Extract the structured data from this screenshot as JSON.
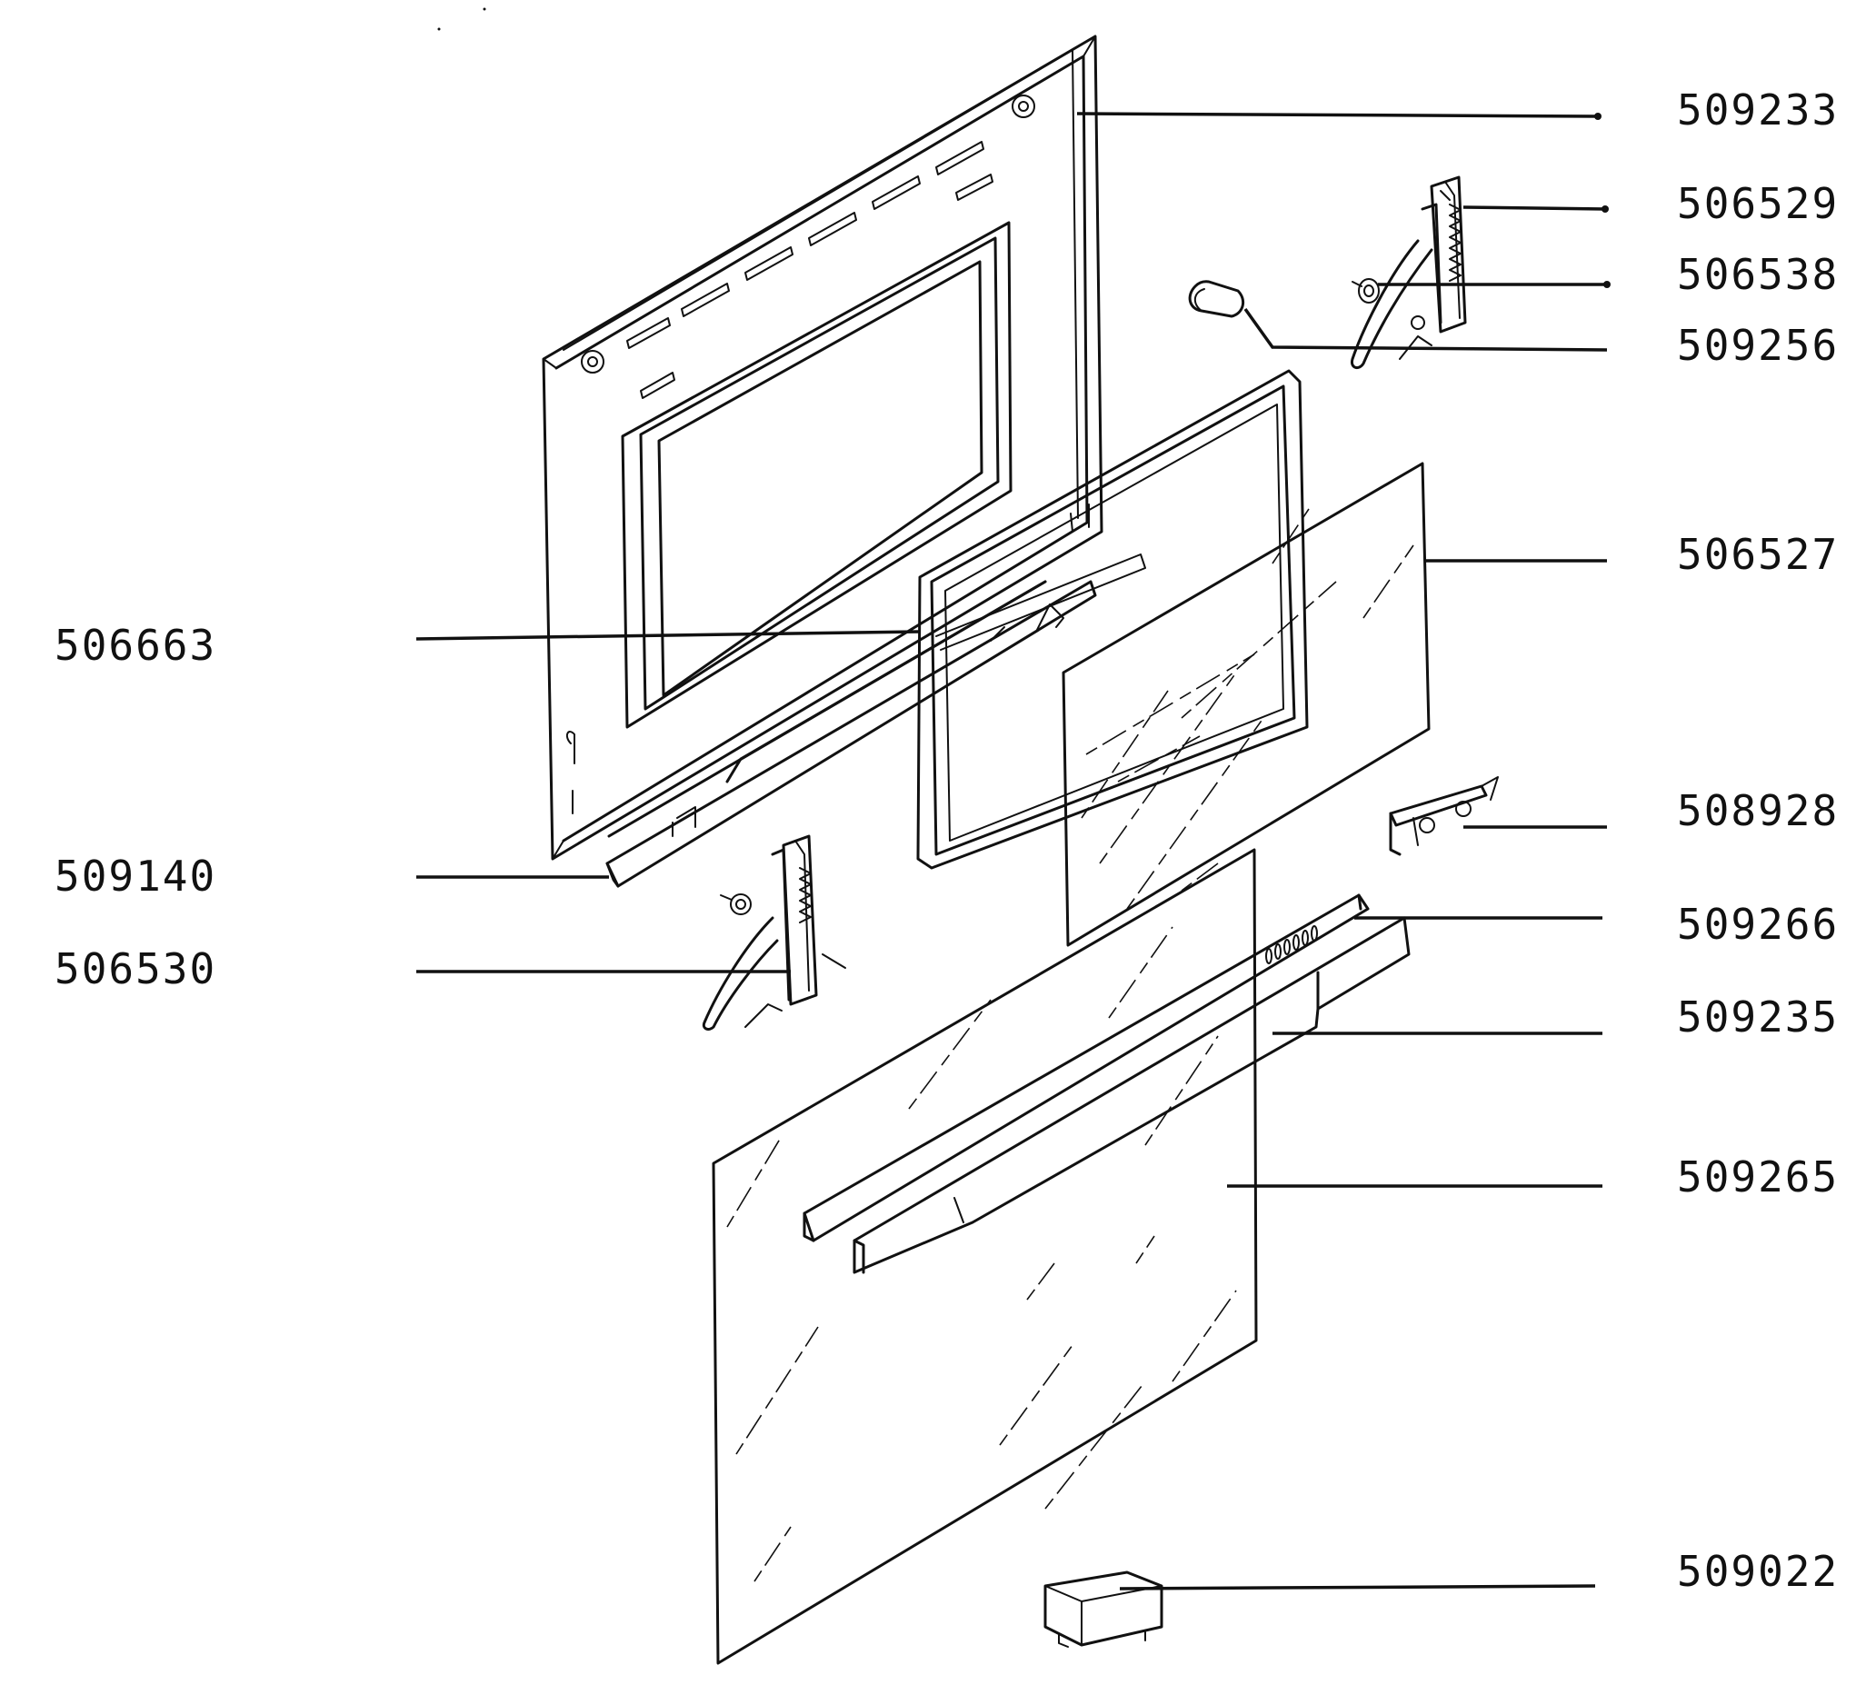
{
  "diagram": {
    "parts": {
      "p509233": "509233",
      "p506529": "506529",
      "p506538": "506538",
      "p509256": "509256",
      "p506527": "506527",
      "p506663": "506663",
      "p508928": "508928",
      "p509140": "509140",
      "p509266": "509266",
      "p506530": "506530",
      "p509235": "509235",
      "p509265": "509265",
      "p509022": "509022"
    }
  }
}
